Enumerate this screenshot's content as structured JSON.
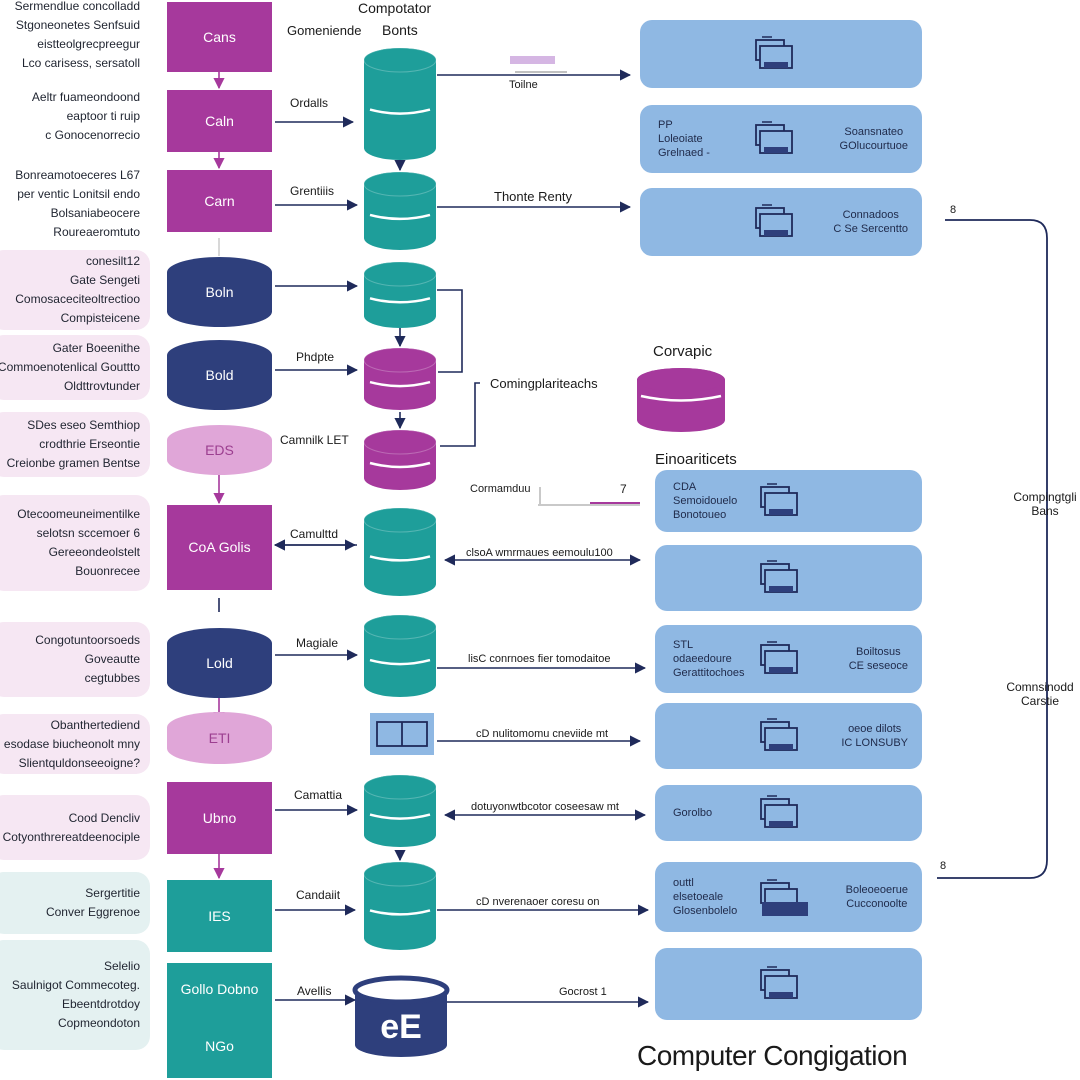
{
  "diagram": {
    "title": "Computer Congigation",
    "header_left": "Gomeniende",
    "header_mid": [
      "Compotator",
      "Bonts"
    ],
    "left_nodes": [
      {
        "label": "Cans",
        "style": "purple"
      },
      {
        "label": "Caln",
        "style": "purple"
      },
      {
        "label": "Carn",
        "style": "purple"
      },
      {
        "label": "Boln",
        "style": "navy"
      },
      {
        "label": "Bold",
        "style": "navy"
      },
      {
        "label": "EDS",
        "style": "pink"
      },
      {
        "label": "CoA Golis",
        "style": "purple"
      },
      {
        "label": "Lold",
        "style": "navy"
      },
      {
        "label": "ETI",
        "style": "pink"
      },
      {
        "label": "Ubno",
        "style": "purple"
      },
      {
        "label": "IES",
        "style": "teal"
      },
      {
        "label": "Gollo Dobno",
        "style": "teal"
      },
      {
        "label": "NGo",
        "style": "teal"
      }
    ],
    "left_notes": [
      [
        "Sermendlue concolladd",
        "Stgoneonetes Senfsuid",
        "eistteolgrecpreegur",
        "Lco carisess, sersatoll"
      ],
      [
        "Aeltr fuameondoond",
        "eaptoor ti ruip",
        "c Gonocenorrecio"
      ],
      [
        "Bonreamotoeceres L67",
        "per ventic Lonitsil endo",
        "Bolsaniabeocere",
        "Roureaeromtuto"
      ],
      [
        "conesilt12",
        "Gate Sengeti",
        "Comosaceciteoltrectioo",
        "Compisteicene"
      ],
      [
        "Gater Boeenithe",
        "Commoenotenlical Gouttto",
        "Oldttrovtunder"
      ],
      [
        "SDes eseo Semthiop",
        "crodthrie Erseontie",
        "Creionbe gramen Bentse"
      ],
      [
        "Otecoomeuneimentilke",
        "selotsn sccemoer 6",
        "Gereeondeolstelt",
        "Bouonrecee"
      ],
      [
        "Congotuntoorsoeds",
        "Goveautte",
        "cegtubbes"
      ],
      [
        "Obanthertediend",
        "esodase biucheonolt mny",
        "Slientquldonseeoigne?"
      ],
      [
        "Cood Dencliv",
        "Cotyonthrereatdeenociple"
      ],
      [
        "Sergertitie",
        "Conver Eggrenoe"
      ],
      [
        "Selelio",
        "Saulnigot Commecoteg.",
        "Ebeentdrotdoy",
        "Copmeondoton"
      ]
    ],
    "edge_labels": [
      "Ordalls",
      "Grentiiis",
      "Phdpte",
      "Camnilk LET",
      "Camulttd",
      "Magiale",
      "Camattia",
      "Candaiit",
      "Avellis"
    ],
    "center_labels": [
      "Toilne",
      "Thonte Renty",
      "Comingplariteachs",
      "Cormamduu",
      "clsoA wmrmaues eemoulu100",
      "lisC conrnoes fier tomodaitoe",
      "cD nulitomomu cneviide mt",
      "dotuyonwtbcotor coseesaw mt",
      "cD nverenaoer coresu on",
      "Gocrost 1"
    ],
    "side_cyl_label": "Corvapic",
    "section_label": "Einoariticets",
    "bracket_labels": [
      "Compingtgli Bans",
      "Comnsinodd Carstie"
    ],
    "bracket_marks": [
      "8",
      "8",
      "7"
    ],
    "blue_boxes": [
      {
        "left": [],
        "right": []
      },
      {
        "left": [
          "PP",
          "Loleoiate",
          "Grelnaed -"
        ],
        "right": [
          "Soansnateo",
          "GOlucourtuoe"
        ]
      },
      {
        "left": [],
        "right": [
          "Connadoos",
          "C Se Sercentto"
        ]
      },
      {
        "left": [
          "CDA",
          "Semoidouelo",
          "Bonotoueo"
        ],
        "right": []
      },
      {
        "left": [],
        "right": []
      },
      {
        "left": [
          "STL",
          "odaeedoure",
          "Gerattitochoes"
        ],
        "right": [
          "Boiltosus",
          "CE seseoce"
        ]
      },
      {
        "left": [],
        "right": [
          "oeoe dilots",
          "IC LONSUBY"
        ]
      },
      {
        "left": [
          "Gorolbo"
        ],
        "right": []
      },
      {
        "left": [
          "outtl",
          "elsetoeale",
          "Glosenbolelo"
        ],
        "right": [
          "Boleoeoerue",
          "Cucconoolte"
        ]
      },
      {
        "left": [],
        "right": []
      }
    ],
    "db_label": "eE"
  },
  "colors": {
    "purple": "#a6399c",
    "navy": "#2e3f7c",
    "teal": "#1e9e9a",
    "pink": "#e0a6d8",
    "blue": "#8fb8e3",
    "arrow": "#1f2a5a"
  }
}
